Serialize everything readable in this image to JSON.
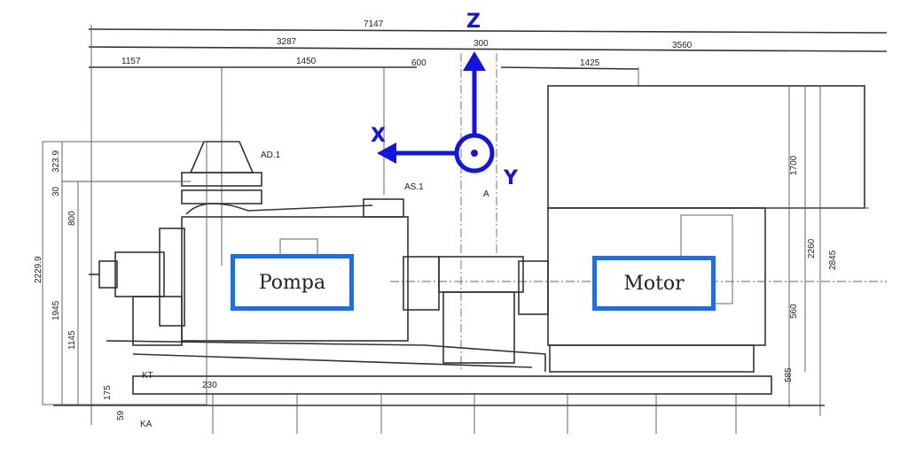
{
  "axes": {
    "z": "Z",
    "x": "X",
    "y": "Y"
  },
  "labels": {
    "pump": "Pompa",
    "motor": "Motor"
  },
  "dimensions": {
    "top": {
      "total": "7147",
      "left_group": "3287",
      "center_gap": "300",
      "right_group": "3560"
    },
    "row3": {
      "d1": "1157",
      "d2": "1450",
      "d3": "600",
      "d4": "1425"
    },
    "left": {
      "overall": "2229.9",
      "top_offset": "323.9",
      "small": "30",
      "shaft_height": "1945",
      "upper": "800",
      "lower": "1145"
    },
    "bottom": {
      "d175": "175",
      "d59": "59",
      "d230": "230"
    },
    "right": {
      "d1700": "1700",
      "d2260": "2260",
      "d2845": "2845",
      "d560": "560",
      "d585": "585"
    }
  },
  "callouts": {
    "ad1": "AD.1",
    "as1": "AS.1",
    "a": "A",
    "kt": "KT",
    "ka": "KA"
  },
  "colors": {
    "axis": "#1414e0",
    "label_border": "#1a6ff0"
  }
}
